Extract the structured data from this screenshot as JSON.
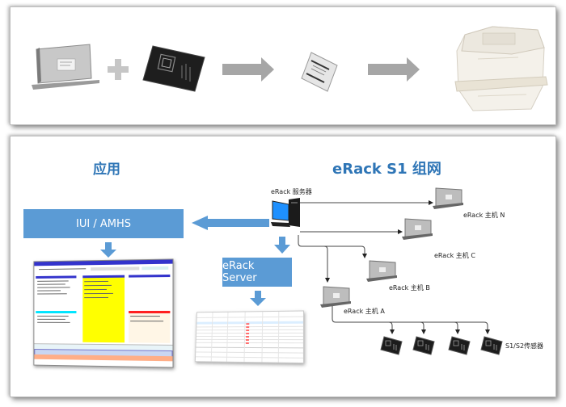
{
  "top_panel": {
    "description": "eRack S1 host + S1/S2 sensor -> wafer sensor card -> wafer carrier box",
    "items": [
      {
        "name": "erack-host-device",
        "kind": "image"
      },
      {
        "name": "plus-sign",
        "kind": "operator",
        "symbol": "+"
      },
      {
        "name": "s1-sensor-device",
        "kind": "image"
      },
      {
        "name": "arrow-right",
        "kind": "operator"
      },
      {
        "name": "sensor-tag",
        "kind": "image"
      },
      {
        "name": "arrow-right",
        "kind": "operator"
      },
      {
        "name": "wafer-box",
        "kind": "image"
      }
    ]
  },
  "application": {
    "title": "应用",
    "iui_box_label": "IUI / AMHS",
    "server_box_label": "eRack Server"
  },
  "network": {
    "title": "eRack S1 组网",
    "server_label": "eRack 服务器",
    "hosts": [
      {
        "label": "eRack 主机 N"
      },
      {
        "label": "eRack 主机 C"
      },
      {
        "label": "eRack 主机 B"
      },
      {
        "label": "eRack 主机 A"
      }
    ],
    "sensors_label": "S1/S2传感器",
    "sensor_count": 4
  },
  "colors": {
    "accent_blue": "#5b9bd5",
    "title_blue": "#2e75b6",
    "arrow_gray": "#a6a6a6",
    "mock_yellow": "#ffff00",
    "mock_header_blue": "#3333cc",
    "mock_cyan": "#00e5ff",
    "mock_red": "#ff2020"
  }
}
